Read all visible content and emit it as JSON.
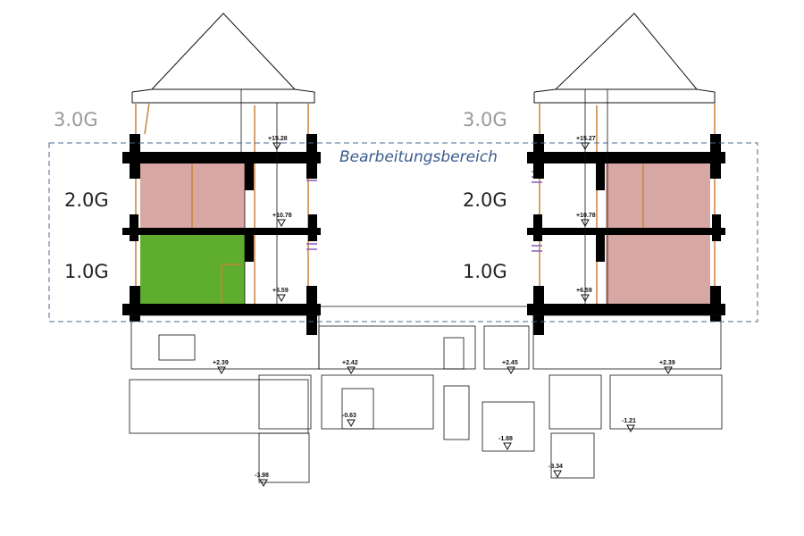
{
  "floors": {
    "left": [
      "3.0G",
      "2.0G",
      "1.0G"
    ],
    "right": [
      "3.0G",
      "2.0G",
      "1.0G"
    ]
  },
  "area_label": "Bearbeitungsbereich",
  "elevations": [
    "+15.28",
    "+10.78",
    "+6.59",
    "+15.27",
    "+10.78",
    "+6.59",
    "+2.39",
    "+2.42",
    "+2.45",
    "+2.39",
    "-0.63",
    "-1.88",
    "-1.21",
    "-3.98",
    "-3.34"
  ],
  "colors": {
    "edit_room": "#d6a7a3",
    "highlight_room": "#5fad2e",
    "wall": "#000000",
    "timber": "#c8823c",
    "boundary": "#4a6a90"
  }
}
